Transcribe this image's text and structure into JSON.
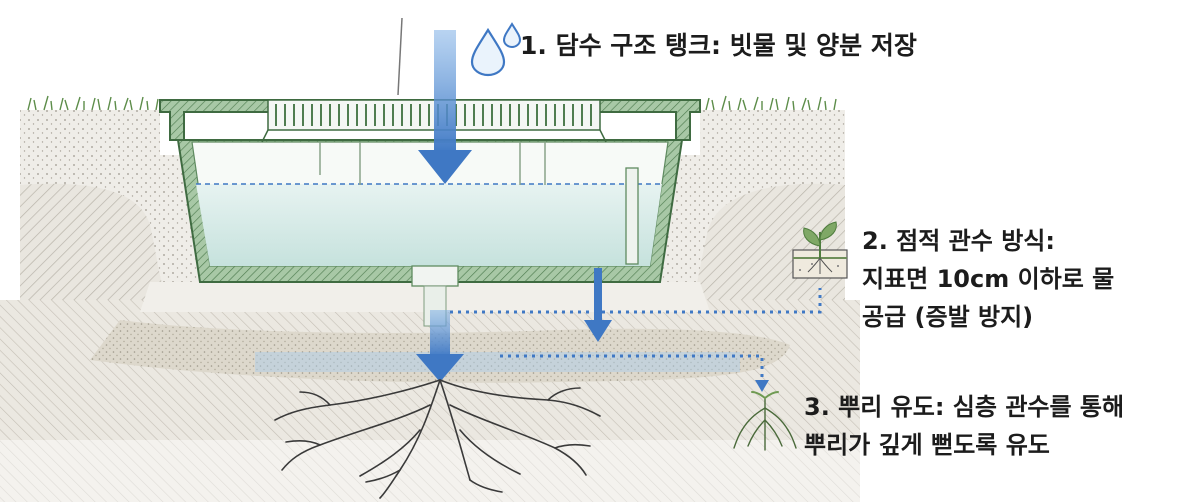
{
  "labels": {
    "storage_tank": "1. 담수 구조 탱크: 빗물 및 양분 저장",
    "drip_irrigation": {
      "title": "2. 점적 관수 방식:",
      "line2": "지표면 10cm 이하로 물",
      "line3": "공급 (증발 방지)"
    },
    "root_guidance": {
      "title": "3. 뿌리 유도: 심층 관수를 통해",
      "line2": "뿌리가 깊게 뻗도록 유도"
    }
  },
  "icons": {
    "storage_tank": "water-drops-icon",
    "drip_irrigation": "seedling-in-soil-icon",
    "root_guidance": "roots-icon"
  },
  "colors": {
    "arrow_blue": "#3f78c4",
    "tank_green": "#6a9a6a",
    "water": "#cfe6e4",
    "soil": "#e6e2da",
    "text": "#1c1c1c"
  }
}
